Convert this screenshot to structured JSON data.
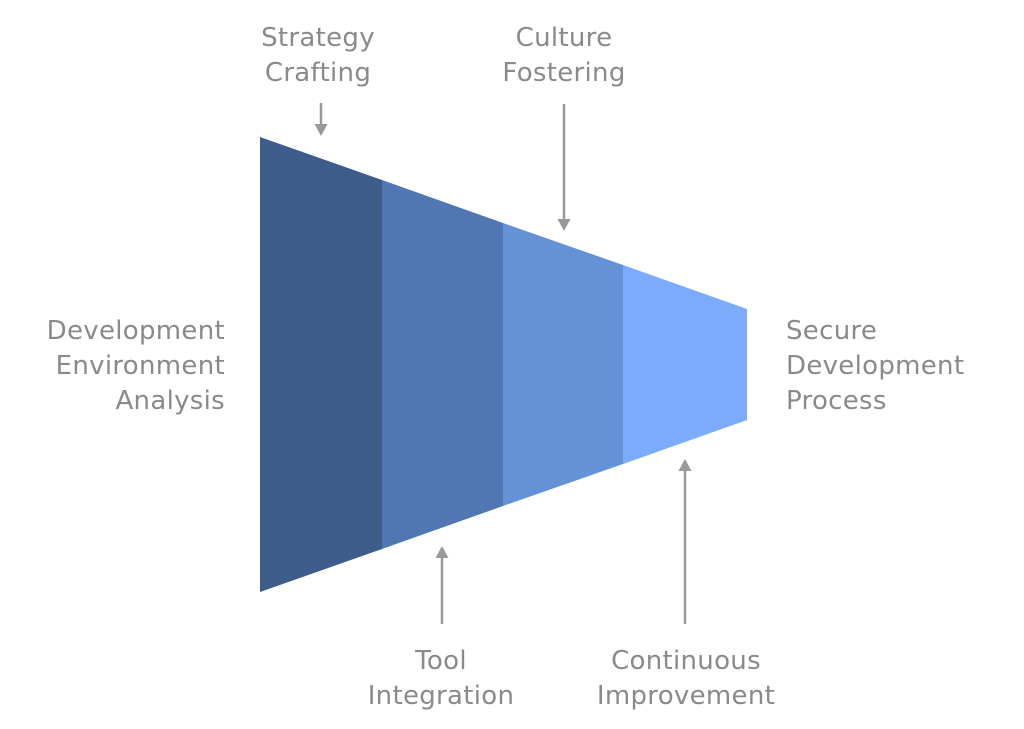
{
  "diagram": {
    "type": "horizontal-funnel",
    "flow_direction": "left-to-right",
    "input_label": {
      "line1": "Development",
      "line2": "Environment",
      "line3": "Analysis"
    },
    "output_label": {
      "line1": "Secure",
      "line2": "Development",
      "line3": "Process"
    },
    "annotations": {
      "strategy_crafting": {
        "line1": "Strategy",
        "line2": "Crafting",
        "position": "top",
        "points_to_segment": 1
      },
      "culture_fostering": {
        "line1": "Culture",
        "line2": "Fostering",
        "position": "top",
        "points_to_segment": 3
      },
      "tool_integration": {
        "line1": "Tool",
        "line2": "Integration",
        "position": "bottom",
        "points_to_segment": 2
      },
      "continuous_improvement": {
        "line1": "Continuous",
        "line2": "Improvement",
        "position": "bottom",
        "points_to_segment": 4
      }
    },
    "segments": [
      {
        "name": "segment-1",
        "color": "#3e5c8a"
      },
      {
        "name": "segment-2",
        "color": "#5077b2"
      },
      {
        "name": "segment-3",
        "color": "#6591d6"
      },
      {
        "name": "segment-4",
        "color": "#7dabfb"
      }
    ],
    "stage_sequence": [
      "Development Environment Analysis",
      "Strategy Crafting",
      "Tool Integration",
      "Culture Fostering",
      "Continuous Improvement",
      "Secure Development Process"
    ]
  },
  "colors": {
    "background": "#ffffff",
    "label_text": "#8a8a8a",
    "arrow": "#999999"
  }
}
